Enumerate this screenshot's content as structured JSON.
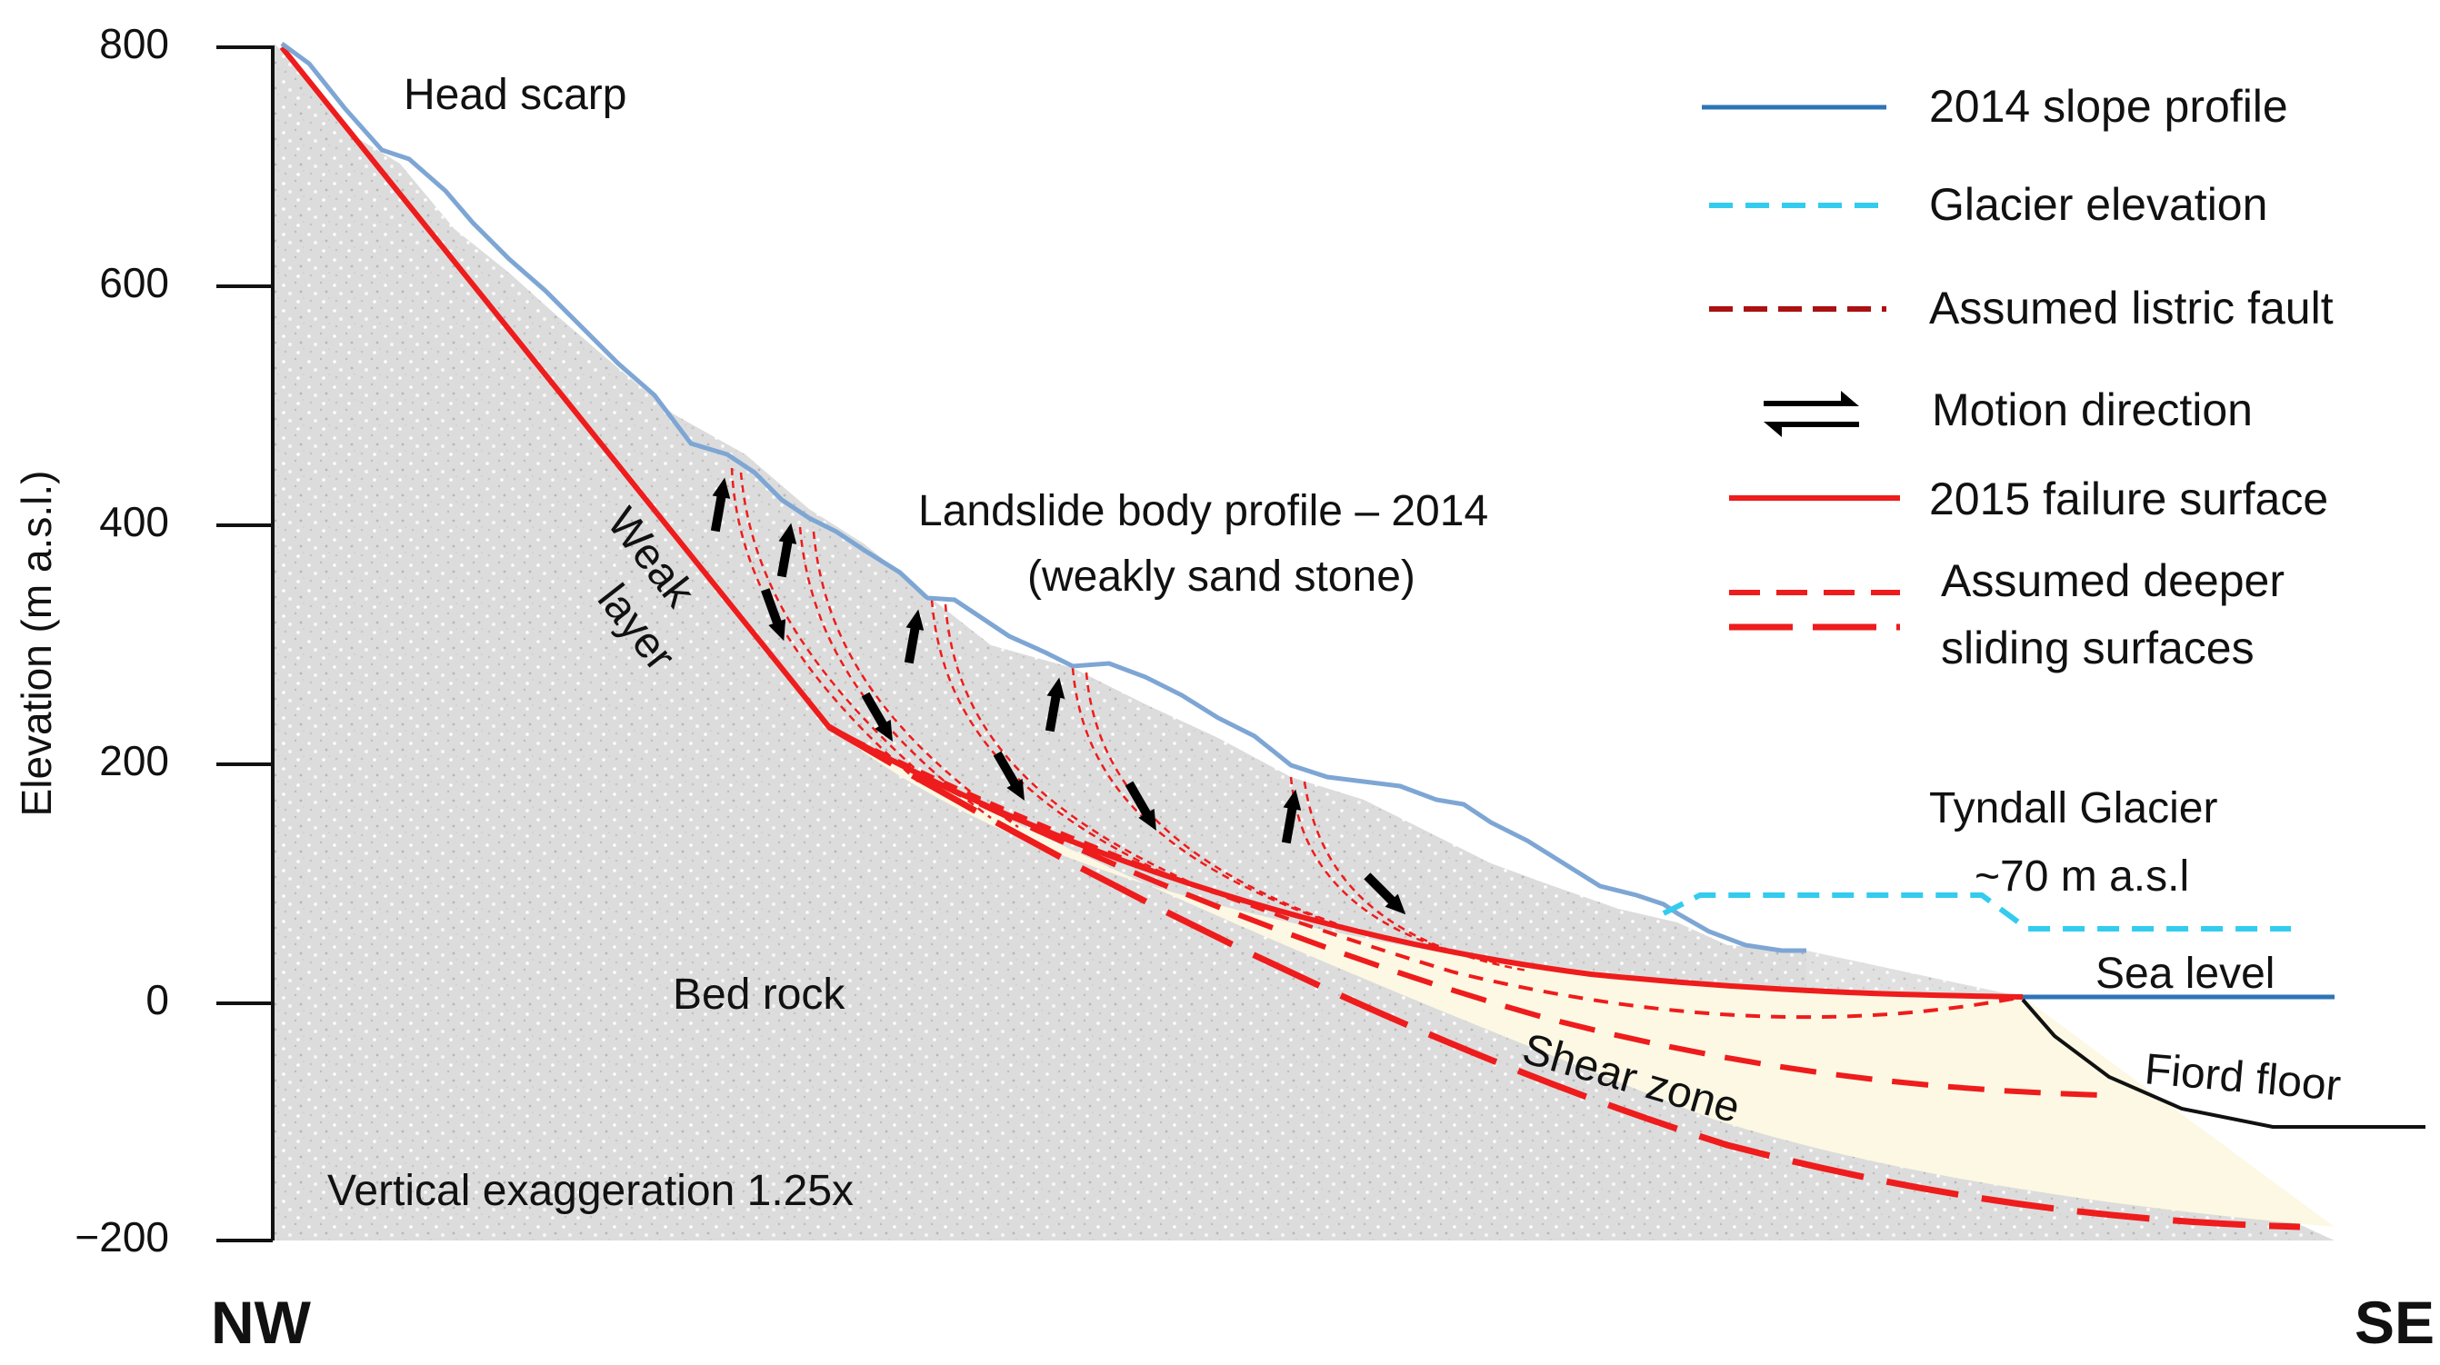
{
  "diagram": {
    "y_axis": {
      "label": "Elevation (m a.s.l.)",
      "ticks": [
        "800",
        "600",
        "400",
        "200",
        "0",
        "−200"
      ]
    },
    "directions": {
      "left": "NW",
      "right": "SE"
    },
    "annotations": {
      "head_scarp": "Head scarp",
      "landslide_body_line1": "Landslide body profile – 2014",
      "landslide_body_line2": "(weakly sand stone)",
      "weak_layer_line1": "Weak",
      "weak_layer_line2": "layer",
      "bed_rock": "Bed rock",
      "shear_zone": "Shear zone",
      "vertical_exaggeration": "Vertical exaggeration 1.25x",
      "tyndall_glacier_line1": "Tyndall Glacier",
      "tyndall_glacier_line2": "~70 m a.s.l",
      "sea_level": "Sea level",
      "fiord_floor": "Fiord floor"
    },
    "legend": [
      {
        "label": "2014 slope profile",
        "color": "#2e75b6",
        "style": "solid"
      },
      {
        "label": "Glacier elevation",
        "color": "#33ccee",
        "style": "dashed"
      },
      {
        "label": "Assumed listric fault",
        "color": "#aa1111",
        "style": "dashed"
      },
      {
        "label": "Motion direction",
        "color": "#000000",
        "style": "arrows"
      },
      {
        "label": "2015 failure surface",
        "color": "#ee1c1c",
        "style": "solid"
      },
      {
        "label_line1": "Assumed deeper",
        "label_line2": "sliding surfaces",
        "color": "#ee1c1c",
        "style": "dashed-double"
      }
    ],
    "colors": {
      "slope_profile": "#7ea6d4",
      "glacier": "#33ccee",
      "failure_surface": "#ee1c1c",
      "landslide_fill": "#fcf8e3",
      "bedrock_fill": "#dcdcdc",
      "fiord_floor": "#111111",
      "sea_level": "#2e75b6"
    }
  }
}
